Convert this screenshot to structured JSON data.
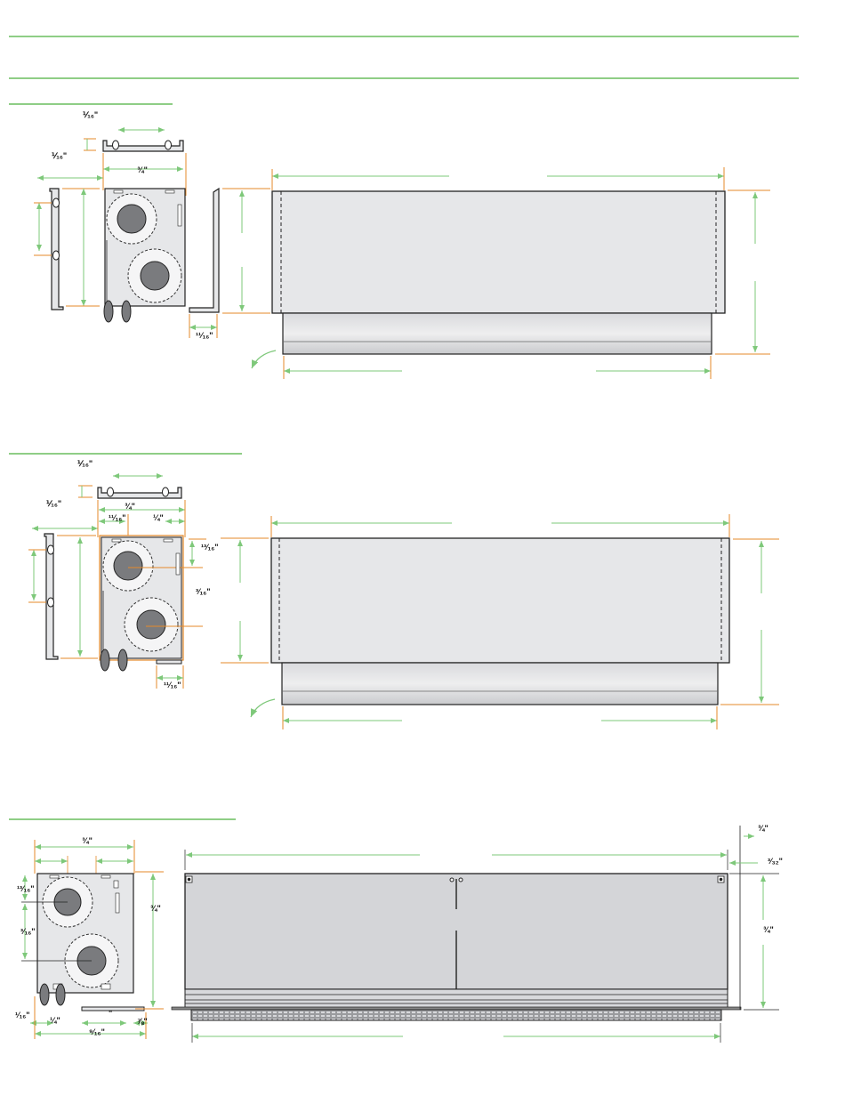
{
  "colors": {
    "rule": "#8fce86",
    "dimension_line": "#7ec87a",
    "extension_line": "#e58a2a",
    "panel_fill": "#e6e7e9",
    "panel_fill_dark": "#d4d5d8",
    "outline": "#222222",
    "spool": "#7a7b7e"
  },
  "section1": {
    "dims": {
      "top_bracket_height": "⅟₁₆\"",
      "side_offset": "⅟₁₆\"",
      "width": "¾\"",
      "bottom_lip": "¹¹⁄₁₆\""
    }
  },
  "section2": {
    "dims": {
      "top_bracket_height": "⅟₁₆\"",
      "side_offset": "⅟₁₆\"",
      "width": "¾\"",
      "left_inset": "¹¹⁄₁₆\"",
      "right_inset": "¼\"",
      "upper_spool_offset": "¹³⁄₁₆\"",
      "lower_spool_offset": "³⁄₁₆\"",
      "bottom_lip": "¹¹⁄₁₆\""
    }
  },
  "section3": {
    "dims": {
      "width": "¾\"",
      "upper_spool_offset": "¹³⁄₁₆\"",
      "lower_spool_offset": "³⁄₁₆\"",
      "height": "¾\"",
      "left_foot": "¹⁄₁₆\"",
      "left_inset": "¼\"",
      "center_gap": "\"",
      "right_foot": "⅞\"",
      "overall_depth": "⁹⁄₁₆\"",
      "top_right_offset": "¾\"",
      "top_right_small": "³⁄₃₂\"",
      "right_height": "¾\""
    }
  }
}
